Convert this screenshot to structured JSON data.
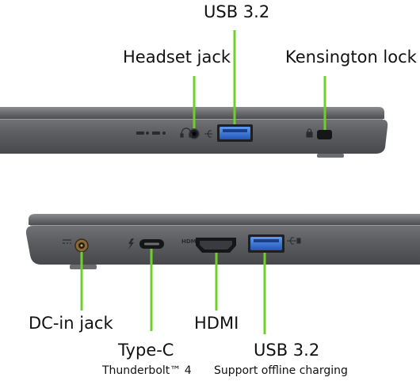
{
  "top_view": {
    "callouts": {
      "usb": "USB 3.2",
      "headset": "Headset jack",
      "kensington": "Kensington lock"
    }
  },
  "bottom_view": {
    "callouts": {
      "dc_in": "DC-in jack",
      "hdmi": "HDMI",
      "type_c": "Type-C",
      "type_c_sub": "Thunderbolt™ 4",
      "usb": "USB 3.2",
      "usb_sub": "Support offline charging"
    },
    "port_markings": {
      "hdmi": "HDMI"
    }
  },
  "colors": {
    "leader_line": "#6fd02a",
    "chassis": "#5d5f62",
    "usb_port": "#2f6fd6"
  }
}
